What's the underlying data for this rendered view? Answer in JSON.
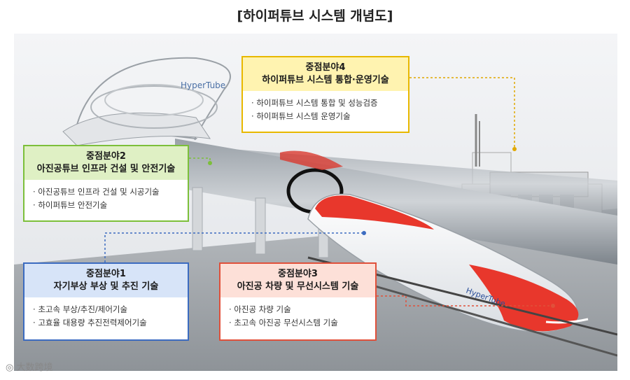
{
  "title": "[하이퍼튜브 시스템 개념도]",
  "logo_text_station": "HyperTube",
  "logo_text_pod": "HyperTube",
  "areas": {
    "area4": {
      "label": "중점분야4",
      "subtitle": "하이퍼튜브 시스템 통합·운영기술",
      "items": [
        "하이퍼튜브 시스템 통합 및 성능검증",
        "하이퍼튜브 시스템 운영기술"
      ],
      "color": "#e8b800"
    },
    "area2": {
      "label": "중점분야2",
      "subtitle": "아진공튜브 인프라 건설 및 안전기술",
      "items": [
        "아진공튜브 인프라 건설 및 시공기술",
        "하이퍼튜브 안전기술"
      ],
      "color": "#7cbf3a"
    },
    "area1": {
      "label": "중점분야1",
      "subtitle": "자기부상 부상 및 추진 기술",
      "items": [
        "초고속 부상/추진/제어기술",
        "고효율 대용량 추진전력제어기술"
      ],
      "color": "#3b6bc0"
    },
    "area3": {
      "label": "중점분야3",
      "subtitle": "아진공 차량 및 무선시스템 기술",
      "items": [
        "아진공 차량 기술",
        "초고속 아진공 무선시스템 기술"
      ],
      "color": "#e0503a"
    }
  },
  "watermark": "大数跨境"
}
